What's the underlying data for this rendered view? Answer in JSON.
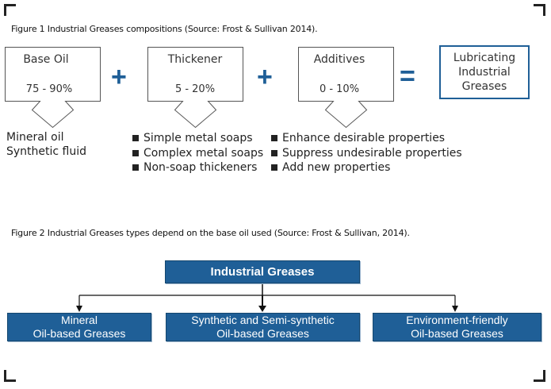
{
  "figure1": {
    "caption": "Figure 1 Industrial Greases compositions (Source: Frost & Sullivan 2014).",
    "components": [
      {
        "label": "Base Oil",
        "range": "75 - 90%"
      },
      {
        "label": "Thickener",
        "range": "5 - 20%"
      },
      {
        "label": "Additives",
        "range": "0 - 10%"
      }
    ],
    "plus_symbol": "+",
    "equals_symbol": "=",
    "result": {
      "line1": "Lubricating",
      "line2": "Industrial",
      "line3": "Greases"
    },
    "base_oil_types": [
      "Mineral oil",
      "Synthetic fluid"
    ],
    "thickener_types": [
      "Simple metal soaps",
      "Complex metal soaps",
      "Non-soap thickeners"
    ],
    "additive_effects": [
      "Enhance desirable properties",
      "Suppress undesirable properties",
      "Add new properties"
    ]
  },
  "figure2": {
    "caption": "Figure 2 Industrial Greases types depend on the base oil used (Source: Frost & Sullivan, 2014).",
    "root": "Industrial Greases",
    "children": [
      {
        "line1": "Mineral",
        "line2": "Oil-based Greases"
      },
      {
        "line1": "Synthetic and Semi-synthetic",
        "line2": "Oil-based Greases"
      },
      {
        "line1": "Environment-friendly",
        "line2": "Oil-based Greases"
      }
    ]
  },
  "colors": {
    "accent_blue": "#1f5f97",
    "text": "#222222",
    "frame": "#222222"
  }
}
